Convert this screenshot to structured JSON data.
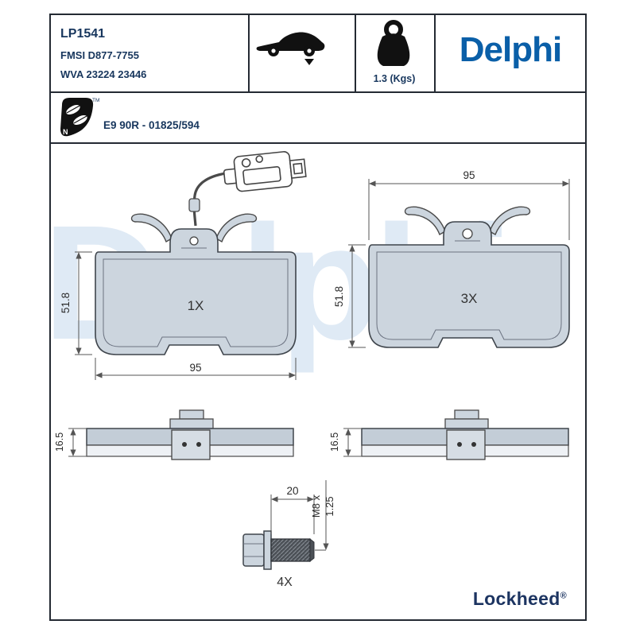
{
  "header": {
    "part_number": "LP1541",
    "fmsi": "FMSI D877-7755",
    "wva": "WVA 23224 23446",
    "weight": "1.3 (Kgs)",
    "brand_logo": "Delphi",
    "approval": "E9 90R - 01825/594",
    "eco_letter": "N",
    "trademark": "TM",
    "icons": [
      "car-rear-axle-icon",
      "weight-icon",
      "eco-leaf-icon"
    ]
  },
  "watermark": "Delphi",
  "drawings": {
    "pad_with_sensor": {
      "quantity": "1X",
      "width_mm": "95",
      "height_mm": "51.8"
    },
    "pad_plain": {
      "quantity": "3X",
      "width_mm": "95",
      "height_mm": "51.8"
    },
    "side_view_left": {
      "thickness_mm": "16.5"
    },
    "side_view_right": {
      "thickness_mm": "16.5"
    },
    "bolt": {
      "quantity": "4X",
      "length_mm": "20",
      "thread_label_1": "M8 x",
      "thread_label_2": "1.25"
    }
  },
  "footer": {
    "brand": "Lockheed",
    "registered": "®"
  },
  "colors": {
    "navy_text": "#17365d",
    "delphi_blue": "#0a5fa8",
    "lockheed_navy": "#1c3461",
    "pad_fill": "#ccd5de",
    "drawing_line": "#4a4a4a",
    "watermark": "#dfeaf5",
    "frame": "#242a33"
  }
}
